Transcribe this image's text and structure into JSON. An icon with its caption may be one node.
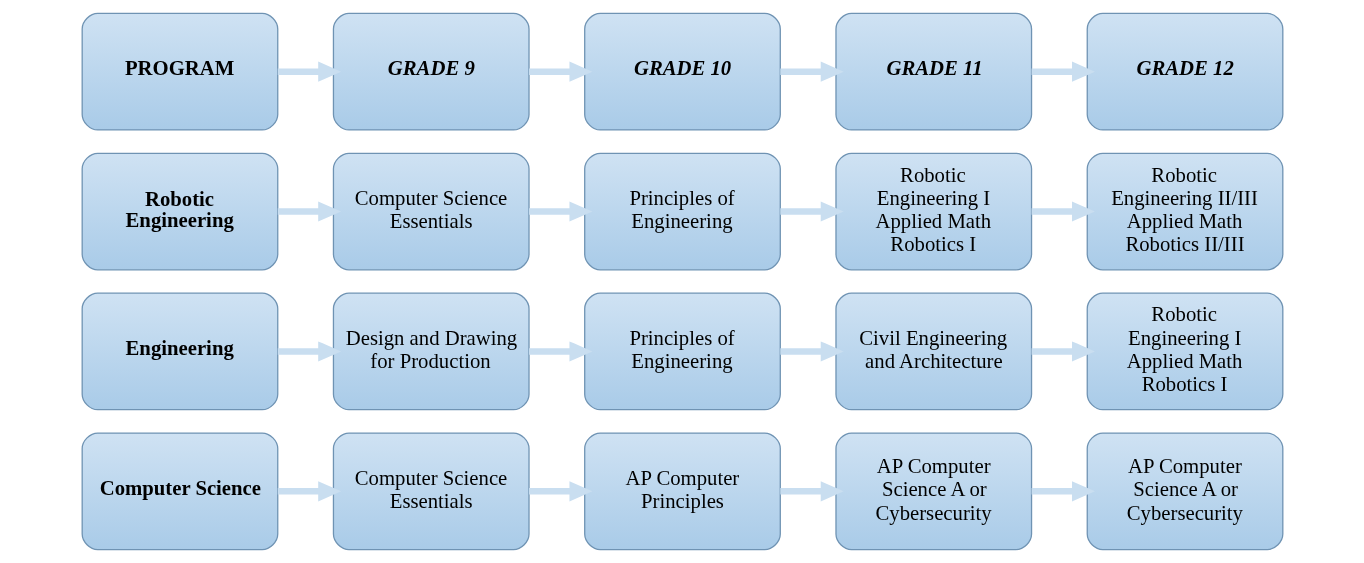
{
  "diagram": {
    "nodes": [
      {
        "text": [
          "PROGRAM"
        ]
      },
      {
        "text": [
          "GRADE 9"
        ]
      },
      {
        "text": [
          "GRADE 10"
        ]
      },
      {
        "text": [
          "GRADE 11"
        ]
      },
      {
        "text": [
          "GRADE 12"
        ]
      },
      {
        "text": [
          "Robotic Engineering"
        ]
      },
      {
        "text": [
          "Computer Science Essentials"
        ]
      },
      {
        "text": [
          "Principles of Engineering"
        ]
      },
      {
        "text": [
          "Robotic Engineering I",
          "Applied Math",
          "Robotics I"
        ]
      },
      {
        "text": [
          "Robotic Engineering II/III",
          "Applied Math",
          "Robotics II/III"
        ]
      },
      {
        "text": [
          "Engineering"
        ]
      },
      {
        "text": [
          "Design and Drawing for Production"
        ]
      },
      {
        "text": [
          "Principles of Engineering"
        ]
      },
      {
        "text": [
          "Civil Engineering and Architecture"
        ]
      },
      {
        "text": [
          "Robotic Engineering I",
          "Applied Math",
          "Robotics I"
        ]
      },
      {
        "text": [
          "Computer Science"
        ]
      },
      {
        "text": [
          "Computer Science Essentials"
        ]
      },
      {
        "text": [
          "AP Computer Principles"
        ]
      },
      {
        "text": [
          "AP Computer Science A or Cybersecurity"
        ]
      },
      {
        "text": [
          "AP Computer Science A or Cybersecurity"
        ]
      }
    ],
    "edges": [
      {
        "from": 0,
        "to": 1,
        "arrow": "to"
      },
      {
        "from": 1,
        "to": 2,
        "arrow": "to"
      },
      {
        "from": 2,
        "to": 3,
        "arrow": "to"
      },
      {
        "from": 3,
        "to": 4,
        "arrow": "to"
      },
      {
        "from": 5,
        "to": 6,
        "arrow": "to"
      },
      {
        "from": 6,
        "to": 7,
        "arrow": "to"
      },
      {
        "from": 7,
        "to": 8,
        "arrow": "to"
      },
      {
        "from": 8,
        "to": 9,
        "arrow": "to"
      },
      {
        "from": 10,
        "to": 11,
        "arrow": "to"
      },
      {
        "from": 11,
        "to": 12,
        "arrow": "to"
      },
      {
        "from": 12,
        "to": 13,
        "arrow": "to"
      },
      {
        "from": 13,
        "to": 14,
        "arrow": "to"
      },
      {
        "from": 15,
        "to": 16,
        "arrow": "to"
      },
      {
        "from": 16,
        "to": 17,
        "arrow": "to"
      },
      {
        "from": 17,
        "to": 18,
        "arrow": "to"
      },
      {
        "from": 18,
        "to": 19,
        "arrow": "to"
      }
    ]
  }
}
